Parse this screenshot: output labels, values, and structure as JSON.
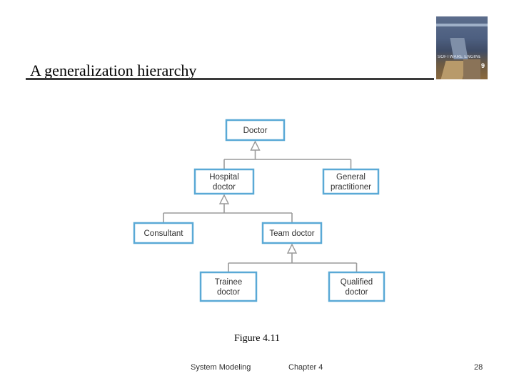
{
  "slide": {
    "title": "A generalization hierarchy",
    "caption": "Figure 4.11"
  },
  "book_cover": {
    "title": "SOFTWARE ENGINEERING",
    "edition": "9"
  },
  "diagram": {
    "nodes": [
      {
        "id": "doctor",
        "lines": [
          "Doctor"
        ]
      },
      {
        "id": "hospital-doctor",
        "lines": [
          "Hospital",
          "doctor"
        ]
      },
      {
        "id": "general-practitioner",
        "lines": [
          "General",
          "practitioner"
        ]
      },
      {
        "id": "consultant",
        "lines": [
          "Consultant"
        ]
      },
      {
        "id": "team-doctor",
        "lines": [
          "Team doctor"
        ]
      },
      {
        "id": "trainee-doctor",
        "lines": [
          "Trainee",
          "doctor"
        ]
      },
      {
        "id": "qualified-doctor",
        "lines": [
          "Qualified",
          "doctor"
        ]
      }
    ],
    "generalizations": [
      {
        "parent": "doctor",
        "children": [
          "hospital-doctor",
          "general-practitioner"
        ]
      },
      {
        "parent": "hospital-doctor",
        "children": [
          "consultant",
          "team-doctor"
        ]
      },
      {
        "parent": "team-doctor",
        "children": [
          "trainee-doctor",
          "qualified-doctor"
        ]
      }
    ],
    "colors": {
      "box_border": "#5aa9d6",
      "connector": "#9a9a9a"
    }
  },
  "footer": {
    "left": "System Modeling",
    "center": "Chapter 4",
    "page_number": "28"
  }
}
